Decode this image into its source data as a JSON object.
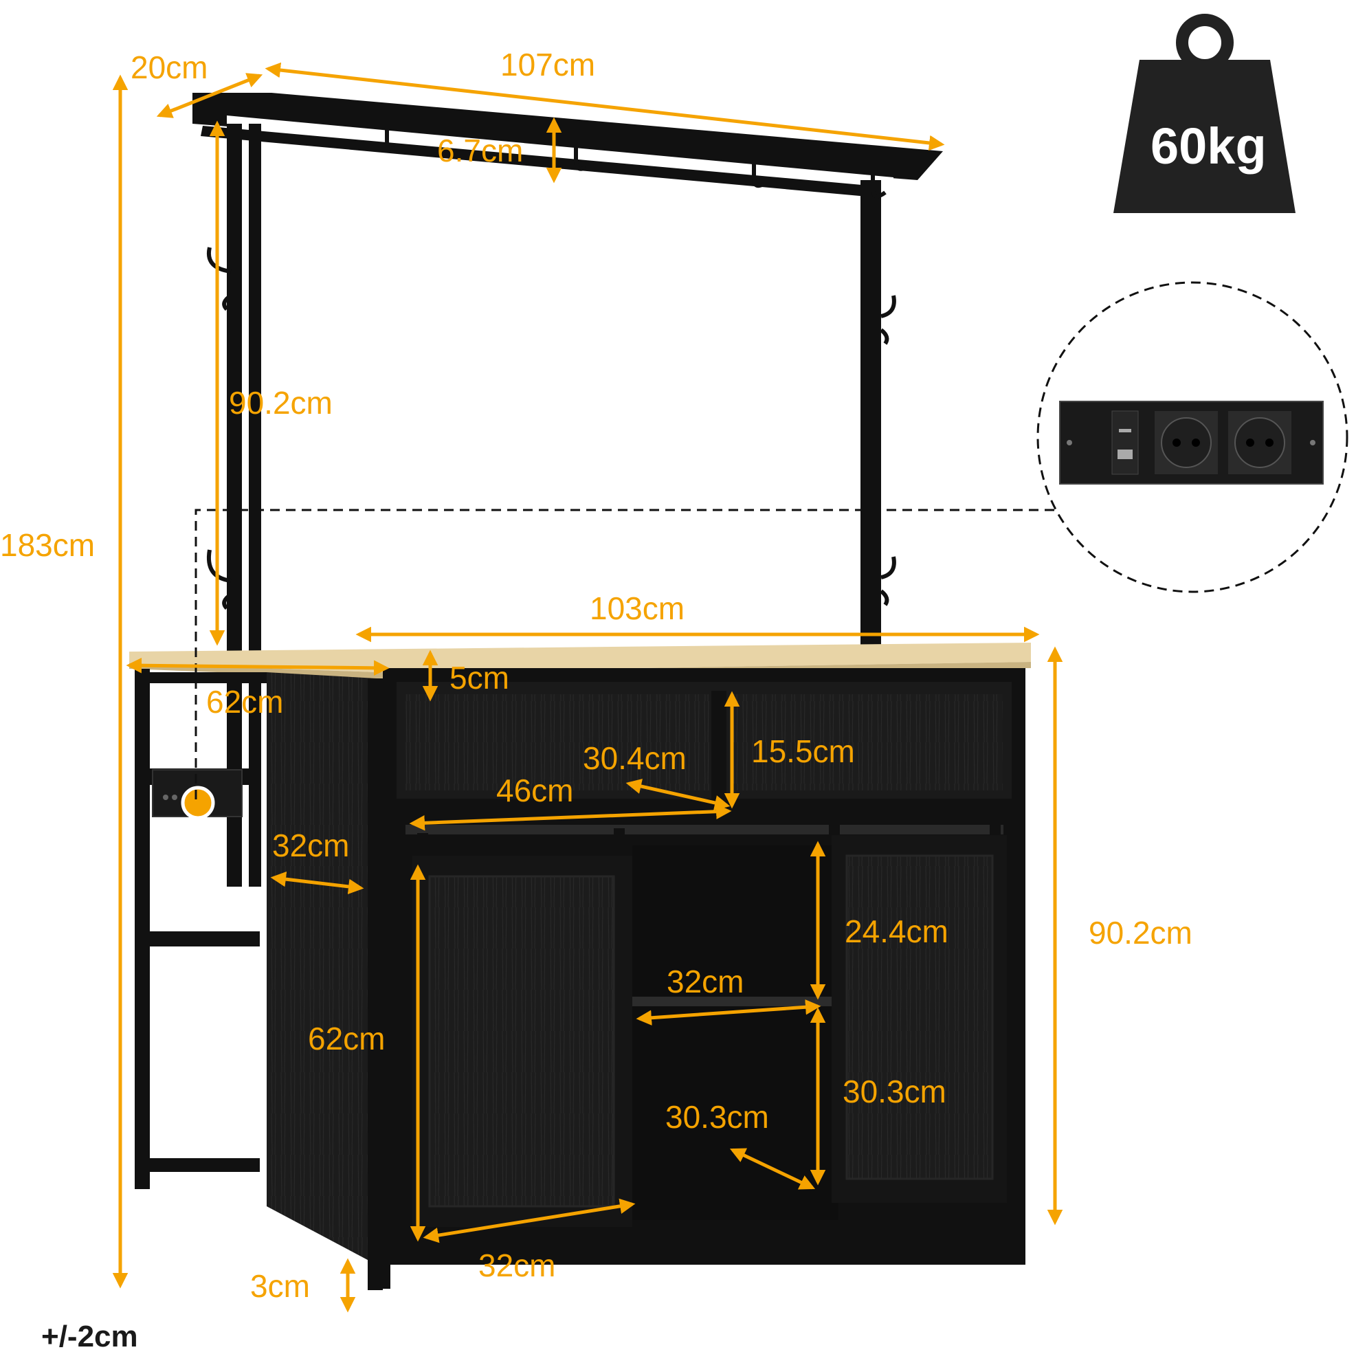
{
  "colors": {
    "dimension": "#f5a300",
    "frame": "#111111",
    "wood_top": "#e8d4a6",
    "cabinet": "#1b1b1b",
    "background": "#ffffff"
  },
  "weight": {
    "label": "60kg",
    "icon": "weight-icon"
  },
  "socket_detail": {
    "icon": "power-socket-strip-icon"
  },
  "tolerance": "+/-2cm",
  "dimensions": {
    "top_depth": "20cm",
    "top_width": "107cm",
    "rail_gap": "6.7cm",
    "upper_height": "90.2cm",
    "total_height": "183cm",
    "counter_width": "103cm",
    "side_depth": "62cm",
    "top_thickness": "5cm",
    "shelf_depth": "30.4cm",
    "shelf_height": "15.5cm",
    "shelf_width": "46cm",
    "side_shelf_depth": "32cm",
    "cabinet_height": "90.2cm",
    "middle_upper_height": "24.4cm",
    "middle_width": "32cm",
    "door_height": "62cm",
    "right_lower_height": "30.3cm",
    "middle_lower_height": "30.3cm",
    "door_width": "32cm",
    "foot_height": "3cm"
  }
}
